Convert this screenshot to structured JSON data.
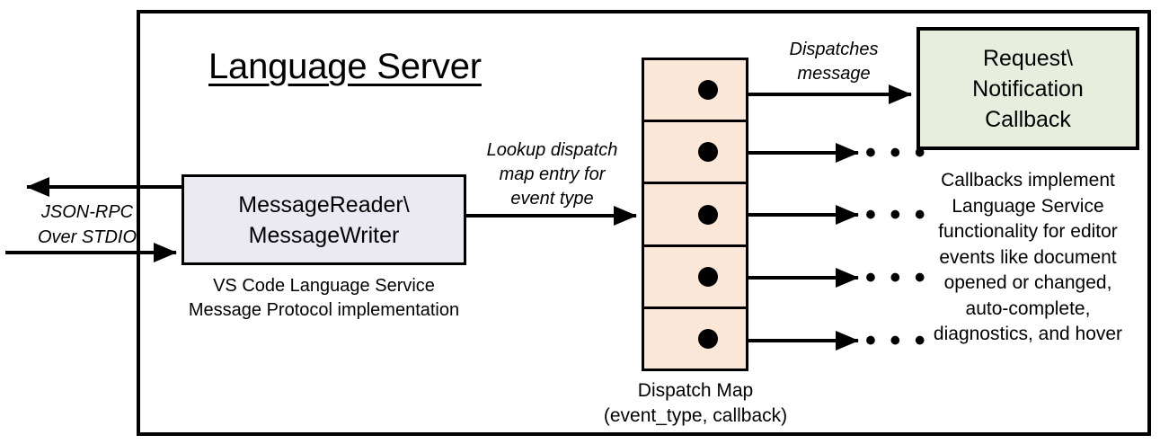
{
  "diagram": {
    "title": "Language Server",
    "frame_color": "#000000",
    "background": "#ffffff"
  },
  "io": {
    "label_lines": [
      "JSON-RPC",
      "Over STDIO"
    ],
    "outbound_arrow": "arrow-left-icon",
    "inbound_arrow": "arrow-right-icon"
  },
  "message_component": {
    "title_lines": [
      "MessageReader\\",
      "MessageWriter"
    ],
    "caption_lines": [
      "VS Code Language Service",
      "Message Protocol implementation"
    ],
    "fill_color": "#ebe9f2"
  },
  "lookup": {
    "label_lines": [
      "Lookup dispatch",
      "map entry for",
      "event type"
    ]
  },
  "dispatch_map": {
    "fill_color": "#fbe7d8",
    "rows": [
      {
        "id": "row-1",
        "dot": "callback-dot-icon"
      },
      {
        "id": "row-2",
        "dot": "callback-dot-icon"
      },
      {
        "id": "row-3",
        "dot": "callback-dot-icon"
      },
      {
        "id": "row-4",
        "dot": "callback-dot-icon"
      },
      {
        "id": "row-5",
        "dot": "callback-dot-icon"
      }
    ],
    "caption_lines": [
      "Dispatch Map",
      "(event_type, callback)"
    ]
  },
  "dispatch_message": {
    "label_lines": [
      "Dispatches",
      "message"
    ]
  },
  "callback": {
    "title_lines": [
      "Request\\",
      "Notification",
      "Callback"
    ],
    "fill_color": "#e8eede",
    "caption_lines": [
      "Callbacks implement",
      "Language Service",
      "functionality for editor",
      "events like document",
      "opened or changed,",
      "auto-complete,",
      "diagnostics, and hover"
    ]
  },
  "ellipses": {
    "glyph": "• • •",
    "count": 4
  }
}
